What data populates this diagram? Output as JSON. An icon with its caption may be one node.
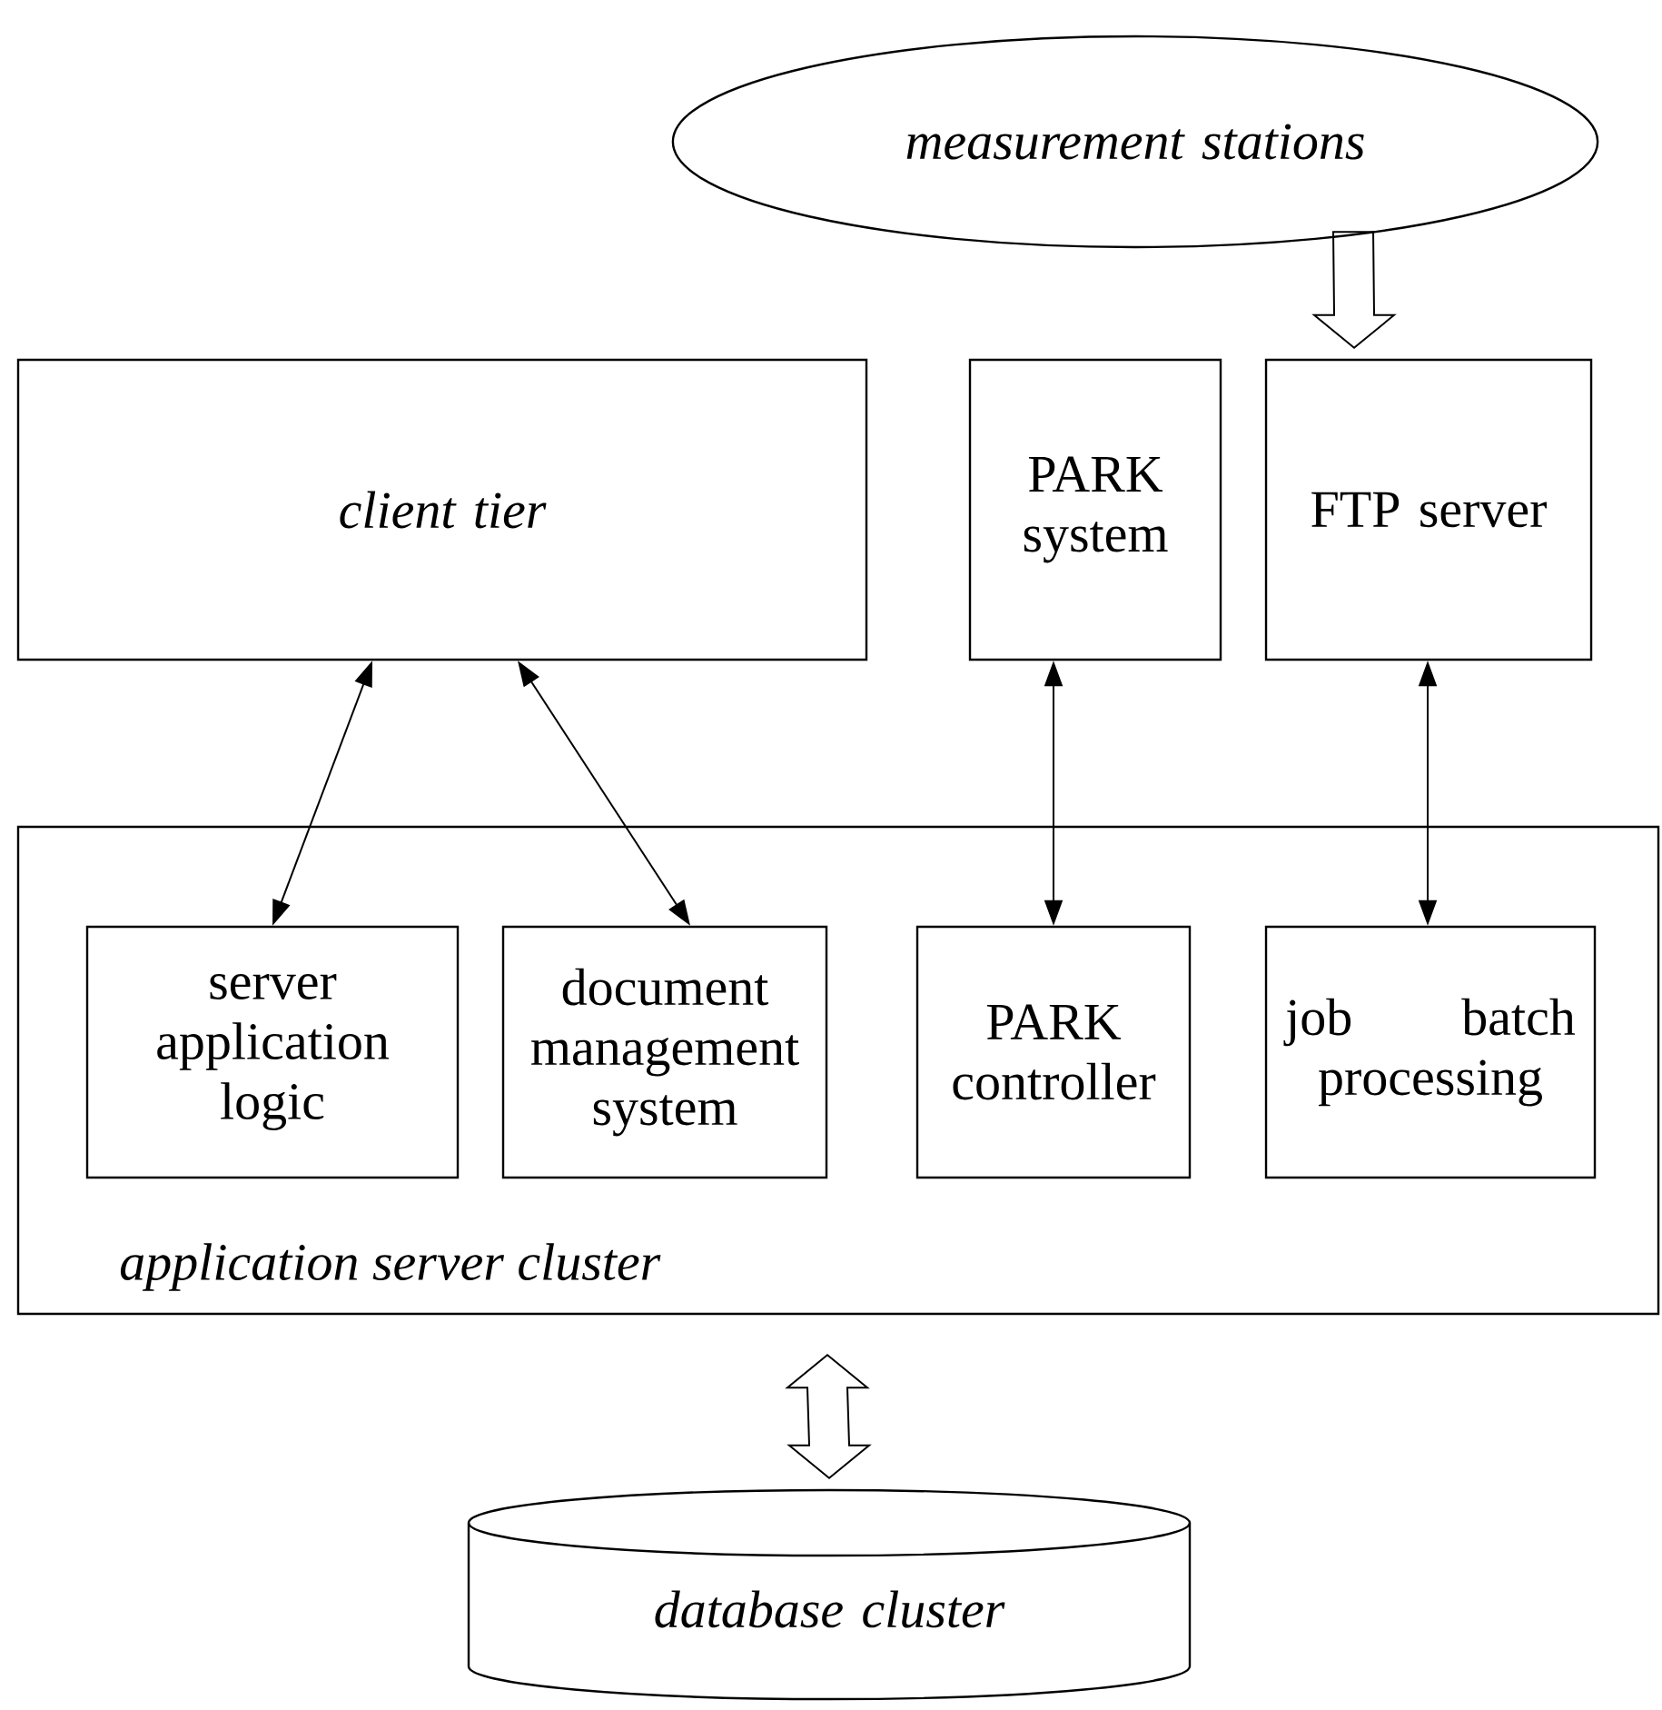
{
  "diagram": {
    "nodes": [
      {
        "text": [
          "measurement stations"
        ]
      },
      {
        "text": [
          "client tier"
        ]
      },
      {
        "text": [
          "PARK system"
        ]
      },
      {
        "text": [
          "FTP server"
        ]
      },
      {
        "text": [
          "application server cluster"
        ]
      },
      {
        "text": [
          "server application logic"
        ],
        "in": 4
      },
      {
        "text": [
          "document management system"
        ],
        "in": 4
      },
      {
        "text": [
          "PARK controller"
        ],
        "in": 4
      },
      {
        "text": [
          "job batch processing"
        ],
        "in": 4
      },
      {
        "text": [
          "database cluster"
        ]
      }
    ],
    "edges": [
      {
        "from": 0,
        "to": 3,
        "arrow": "to",
        "style": "thick"
      },
      {
        "from": 1,
        "to": 5,
        "arrow": "both"
      },
      {
        "from": 1,
        "to": 6,
        "arrow": "both"
      },
      {
        "from": 2,
        "to": 7,
        "arrow": "both"
      },
      {
        "from": 3,
        "to": 8,
        "arrow": "both"
      },
      {
        "from": 4,
        "to": 9,
        "arrow": "both",
        "style": "thick"
      }
    ]
  }
}
